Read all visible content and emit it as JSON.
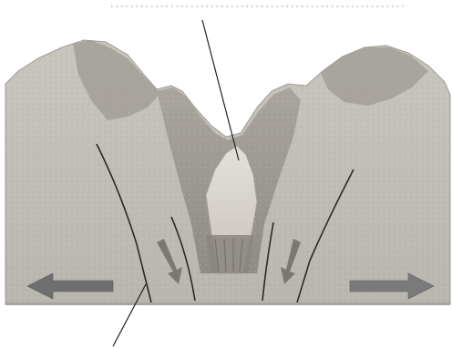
{
  "diagram": {
    "kind": "rift-valley-cross-section",
    "motion_arrows": {
      "left_direction": "left",
      "right_direction": "right",
      "left_color": "#6f6f6f",
      "right_color": "#7a7a7a"
    },
    "colors": {
      "background": "#ffffff",
      "rock_light": "#c9c6c0",
      "rock_mid": "#b3b0a9",
      "rock_dark": "#8e8a84",
      "magma_light": "#dedad4",
      "fault_line": "#2a2a2a",
      "pointer_line": "#222222",
      "dotted_line": "#b5b5b5"
    }
  }
}
